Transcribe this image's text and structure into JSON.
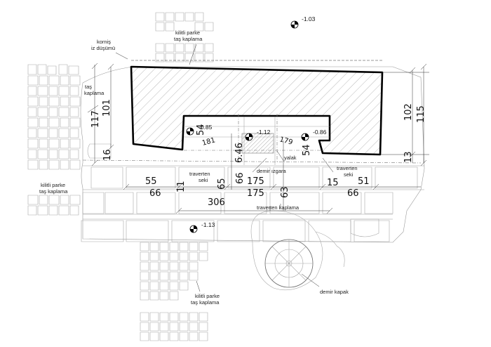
{
  "labels": {
    "kornis": "korniş",
    "kornis_2": "iz düşümü",
    "kilitli_top": "kilitli parke",
    "kilitli_top_2": "taş kaplama",
    "tas_kaplama": "taş",
    "tas_kaplama_2": "kaplama",
    "kilitli_left": "kilitli parke",
    "kilitli_left_2": "taş kaplama",
    "kilitli_bottom": "kilitli parke",
    "kilitli_bottom_2": "taş kaplama",
    "traverten_seki": "traverten",
    "traverten_seki_2": "seki",
    "traverten_seki_right": "traverten",
    "traverten_seki_right_2": "seki",
    "traverten_kaplama": "traverten kaplama",
    "demir_izgara": "demir ızgara",
    "yalak": "yalak",
    "demir_kapak": "demir kapak"
  },
  "levels": {
    "top": "-1.03",
    "left": "-0.85",
    "mid": "-1.12",
    "right": "-0.86",
    "bottom": "-1.13"
  },
  "dims": {
    "d117": "117",
    "d101": "101",
    "d16": "16",
    "d54a": "54",
    "d181": "181",
    "d646": "6.46",
    "d179": "179",
    "d54b": "54",
    "d102": "102",
    "d115": "115",
    "d13": "13",
    "d55": "55",
    "d66a": "66",
    "d11": "11",
    "d65": "65",
    "d66b": "66",
    "d175a": "175",
    "d175b": "175",
    "d63": "63",
    "d15": "15",
    "d51": "51",
    "d66c": "66",
    "d306": "306"
  }
}
